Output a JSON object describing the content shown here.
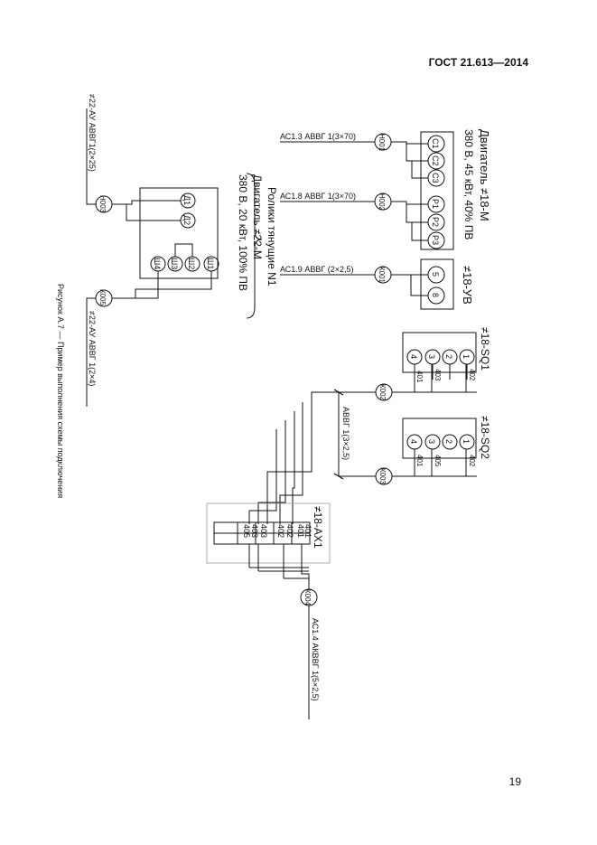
{
  "header": {
    "standard": "ГОСТ 21.613—2014",
    "page_number": "19"
  },
  "caption": "Рисунок А.7 — Пример выполнения схемы подключения",
  "motor18": {
    "title": "Двигатель ≠18-М",
    "specs": "380 В, 45 кВт, 40% ПВ",
    "terminals": [
      "С1",
      "С2",
      "С3",
      "Р1",
      "Р2",
      "Р3"
    ]
  },
  "brake18": {
    "title": "≠18-УВ",
    "terminals": [
      "5",
      "8"
    ]
  },
  "cables": {
    "n001": {
      "id": "Н001",
      "spec": "АС1.3 АВВГ 1(3×70)"
    },
    "n002": {
      "id": "Н002",
      "spec": "АС1.8 АВВГ 1(3×70)"
    },
    "k001": {
      "id": "К001",
      "spec": "АС1.9 АВВГ (2×2,5)"
    },
    "k002": {
      "id": "К002"
    },
    "k003": {
      "id": "К003"
    },
    "k004": {
      "id": "К004",
      "spec": "АС1.4 АКВВГ 1(5×2,5)"
    },
    "n003": {
      "id": "Н003",
      "spec": "≠22-АУ АВВГ1(2×25)"
    },
    "k005": {
      "id": "К005",
      "spec": "≠22-АУ АВВГ 1(2×4)"
    },
    "bus": {
      "spec": "АВВГ 1(3×2,5)"
    }
  },
  "sq1": {
    "title": "≠18-SQ1",
    "terminals": [
      "1",
      "2",
      "3",
      "4"
    ],
    "wires": [
      "402",
      "403",
      "401"
    ]
  },
  "sq2": {
    "title": "≠18-SQ2",
    "terminals": [
      "1",
      "2",
      "3",
      "4"
    ],
    "wires": [
      "402",
      "405",
      "401"
    ]
  },
  "ax1": {
    "title": "≠18-АХ1",
    "col1": [
      "401",
      "402",
      "403",
      "405"
    ],
    "col2": [
      "401",
      "402",
      "403",
      "405"
    ]
  },
  "motor22": {
    "group": "Ролики тянущие N1",
    "title": "Двигатель ≠22-М",
    "specs": "380 В, 20 кВт, 100% ПВ",
    "terminals": [
      "Д1",
      "Д2",
      "Ш1",
      "Ш2",
      "Ш3",
      "Ш4"
    ]
  }
}
